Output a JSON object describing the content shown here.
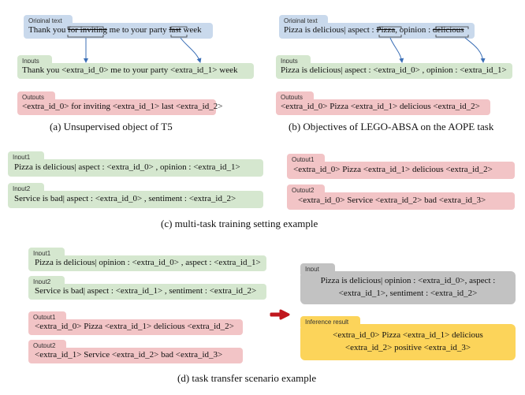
{
  "panel_a": {
    "orig_tab": "Original text",
    "orig_words": [
      "Thank you",
      "for inviting",
      "me  to your party",
      "last",
      "week"
    ],
    "inputs_tab": "Inputs",
    "inputs_text": "Thank you <extra_id_0> me  to your party <extra_id_1> week",
    "outputs_tab": "Outputs",
    "outputs_text": "<extra_id_0>  for inviting <extra_id_1> last <extra_id_2>",
    "caption": "(a)  Unsupervised object of T5"
  },
  "panel_b": {
    "orig_tab": "Original text",
    "orig_words": [
      "Pizza is delicious| aspect : ",
      "Pizza",
      ", opinion : ",
      "delicious"
    ],
    "inputs_tab": "Inputs",
    "inputs_text": "Pizza is delicious| aspect : <extra_id_0> , opinion : <extra_id_1>",
    "outputs_tab": "Outputs",
    "outputs_text": "<extra_id_0>  Pizza <extra_id_1> delicious <extra_id_2>",
    "caption": "(b)  Objectives of LEGO-ABSA on the AOPE task"
  },
  "panel_c": {
    "input1_tab": "Input1",
    "input1_text": "Pizza is delicious| aspect : <extra_id_0> , opinion : <extra_id_1>",
    "input2_tab": "Input2",
    "input2_text": "Service is bad| aspect : <extra_id_0> , sentiment : <extra_id_2>",
    "output1_tab": "Output1",
    "output1_text": "<extra_id_0>  Pizza <extra_id_1> delicious <extra_id_2>",
    "output2_tab": "Output2",
    "output2_text": "<extra_id_0>  Service <extra_id_2> bad <extra_id_3>",
    "caption": "(c)  multi-task training setting example"
  },
  "panel_d": {
    "input1_tab": "Input1",
    "input1_text": "Pizza is delicious|  opinion : <extra_id_0> , aspect : <extra_id_1>",
    "input2_tab": "Input2",
    "input2_text": "Service is bad| aspect : <extra_id_1> , sentiment : <extra_id_2>",
    "output1_tab": "Output1",
    "output1_text": "<extra_id_0>  Pizza <extra_id_1> delicious <extra_id_2>",
    "output2_tab": "Output2",
    "output2_text": " <extra_id_1>  Service <extra_id_2> bad <extra_id_3>",
    "input_tab": "Input",
    "input_line1": "Pizza is delicious| opinion : <extra_id_0>, aspect :",
    "input_line2": "<extra_id_1>, sentiment : <extra_id_2>",
    "result_tab": "Inference result",
    "result_line1": "<extra_id_0>  Pizza <extra_id_1> delicious",
    "result_line2": "<extra_id_2> positive <extra_id_3>",
    "caption": "(d)  task transfer scenario example"
  },
  "colors": {
    "original": "#c9d9ec",
    "inputs": "#d5e7cf",
    "outputs": "#f2c4c6",
    "input_gray": "#c2c2c2",
    "result_gold": "#fcd45a",
    "arrow_blue": "#3b6fb6",
    "arrow_red": "#c0161d"
  }
}
